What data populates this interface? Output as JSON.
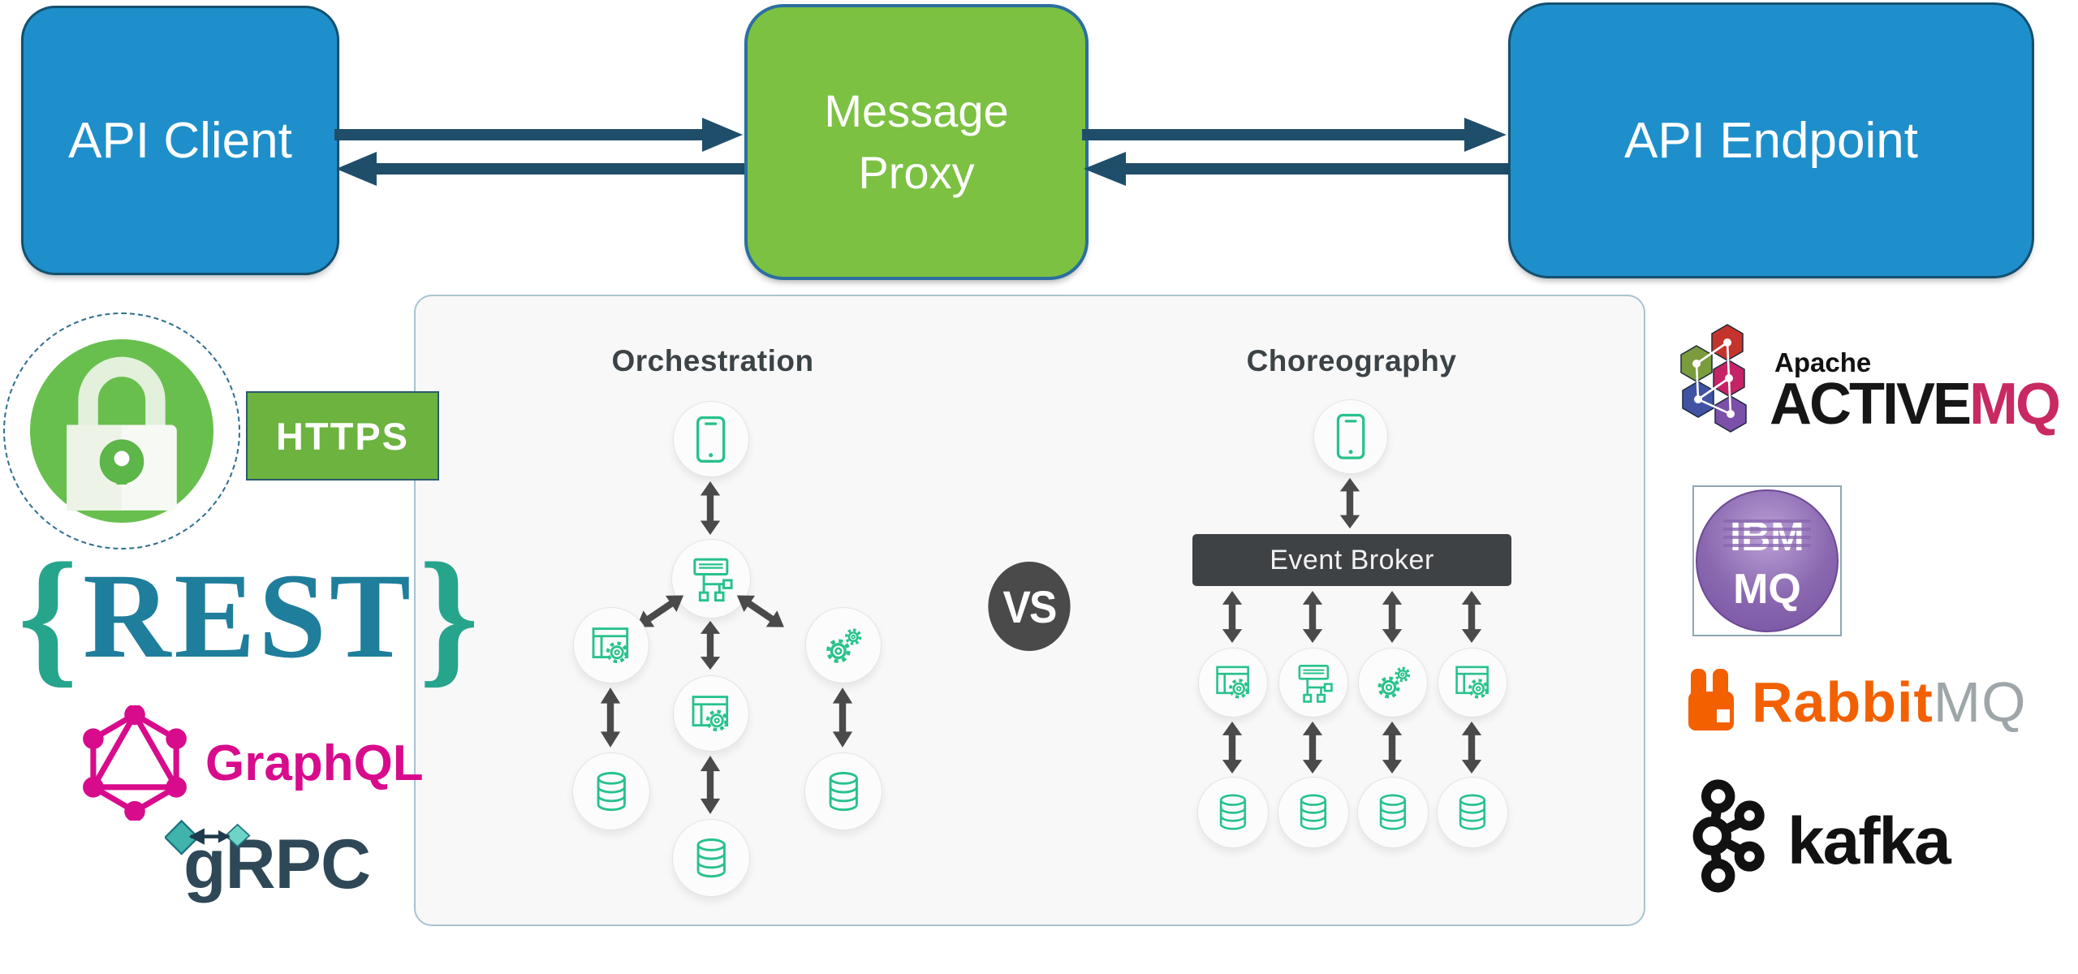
{
  "flow": {
    "client_label": "API Client",
    "proxy_label": "Message Proxy",
    "endpoint_label": "API Endpoint",
    "arrow_style": "paired one-way navy arrows (top pointing right, bottom pointing left) between each box"
  },
  "protocols": {
    "https_label": "HTTPS",
    "rest": {
      "open_brace": "{",
      "text": "REST",
      "close_brace": "}"
    },
    "graphql_label": "GraphQL",
    "grpc_label": "gRPC"
  },
  "comparison": {
    "orchestration_title": "Orchestration",
    "choreography_title": "Choreography",
    "vs_label": "VS",
    "event_broker_label": "Event Broker",
    "orchestration_nodes": [
      "smartphone",
      "orchestrator-board",
      "service-window-gear",
      "gears",
      "service-window-gear",
      "database",
      "database",
      "database"
    ],
    "choreography_service_nodes": [
      "service-window-gear",
      "orchestrator-board",
      "gears",
      "service-window-gear"
    ],
    "choreography_database_nodes": [
      "database",
      "database",
      "database",
      "database"
    ]
  },
  "brokers": {
    "activemq": {
      "apache": "Apache",
      "name_black": "ACTIVE",
      "name_accent": "MQ"
    },
    "ibm_mq": {
      "top": "IBM",
      "bottom": "MQ"
    },
    "rabbitmq": {
      "name_orange": "Rabbit",
      "name_gray": "MQ"
    },
    "kafka_label": "kafka"
  },
  "icons": {
    "lock-icon": "green padlock in green circle with dashed ring",
    "smartphone-icon": "green outline smartphone",
    "orchestrator-icon": "green outline board with org-chart connectors",
    "service-icon": "green outline app window with gear",
    "gears-icon": "green outline pair of gears",
    "database-icon": "green outline database cylinder",
    "graphql-icon": "pink hexagon graph",
    "grpc-arrow-icon": "teal double-diamond arrow",
    "activemq-hexagons-icon": "cluster of colored hexagons with white node links",
    "ibm-mq-icon": "purple circle badge",
    "rabbitmq-icon": "orange blocks glyph",
    "kafka-icon": "black circle network glyph",
    "double-arrow-icon": "dark gray two-headed arrow"
  },
  "colors": {
    "box_blue": "#1E8FCB",
    "box_green": "#7CC142",
    "box_border_navy": "#14506F",
    "flow_arrow_navy": "#1F4E6A",
    "https_green": "#6CB33F",
    "lock_green": "#68BF4E",
    "rest_teal": "#1F7E9C",
    "rest_brace_green": "#27A58C",
    "graphql_pink": "#D80B8C",
    "grpc_slate": "#2F4858",
    "grpc_teal": "#3FB3AC",
    "panel_bg": "#F8F8F8",
    "node_icon_green": "#27C28B",
    "diagram_arrow_gray": "#4A4A4A",
    "event_broker_bg": "#3F4245",
    "vs_bg": "#4A4A4A",
    "activemq_accent": "#C92962",
    "ibm_purple": "#8A68B0",
    "rabbitmq_orange": "#F26000",
    "rabbitmq_gray": "#9FA6A9",
    "kafka_black": "#111111"
  }
}
